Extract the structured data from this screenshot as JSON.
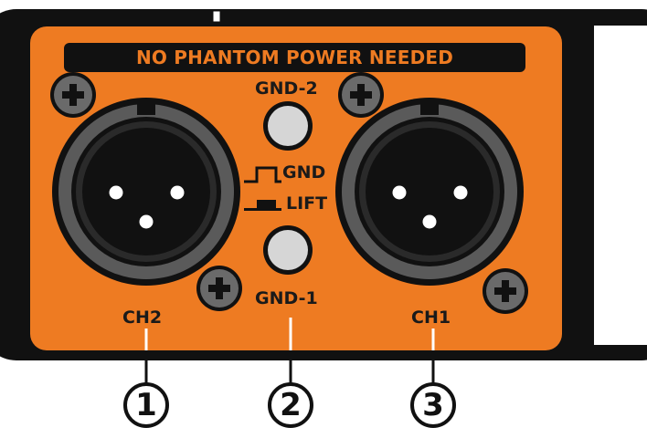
{
  "banner": {
    "text": "NO PHANTOM POWER NEEDED"
  },
  "labels": {
    "gnd2": "GND-2",
    "gnd": "GND",
    "lift": "LIFT",
    "gnd1": "GND-1",
    "ch2": "CH2",
    "ch1": "CH1"
  },
  "callouts": {
    "one": "1",
    "two": "2",
    "three": "3"
  },
  "colors": {
    "panel": "#ee7b22",
    "frame": "#111111",
    "connector": "#555555",
    "button": "#d6d6d6"
  },
  "icons": [
    "screw-icon",
    "xlr-connector-icon",
    "push-button-icon",
    "switch-up-icon",
    "switch-down-icon"
  ]
}
